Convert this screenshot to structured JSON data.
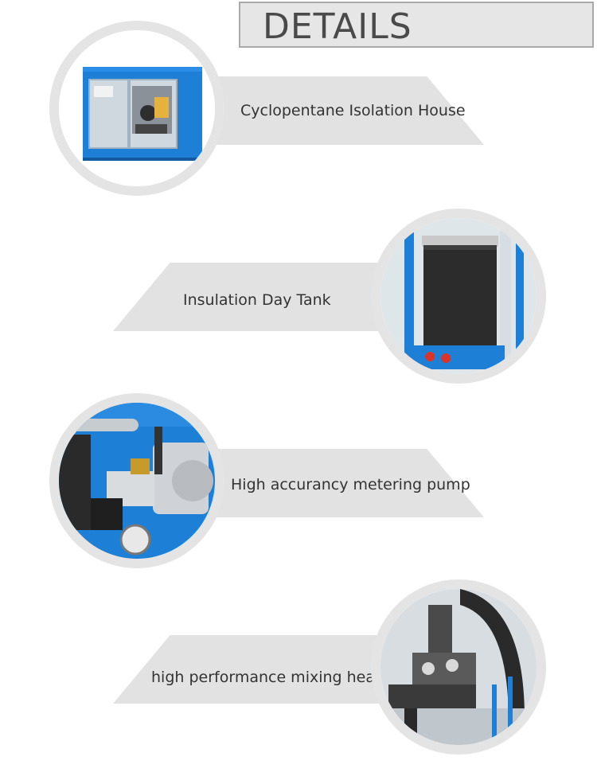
{
  "header": {
    "title": "DETAILS"
  },
  "items": [
    {
      "label": "Cyclopentane Isolation House",
      "image_icon": "isolation-house-photo"
    },
    {
      "label": "Insulation Day Tank",
      "image_icon": "day-tank-photo"
    },
    {
      "label": "High accurancy metering pump",
      "image_icon": "metering-pump-photo"
    },
    {
      "label": "high performance mixing head",
      "image_icon": "mixing-head-photo"
    }
  ],
  "colors": {
    "band": "#e2e2e2",
    "ring": "#e4e4e4",
    "machine_blue": "#1e7fd6"
  }
}
